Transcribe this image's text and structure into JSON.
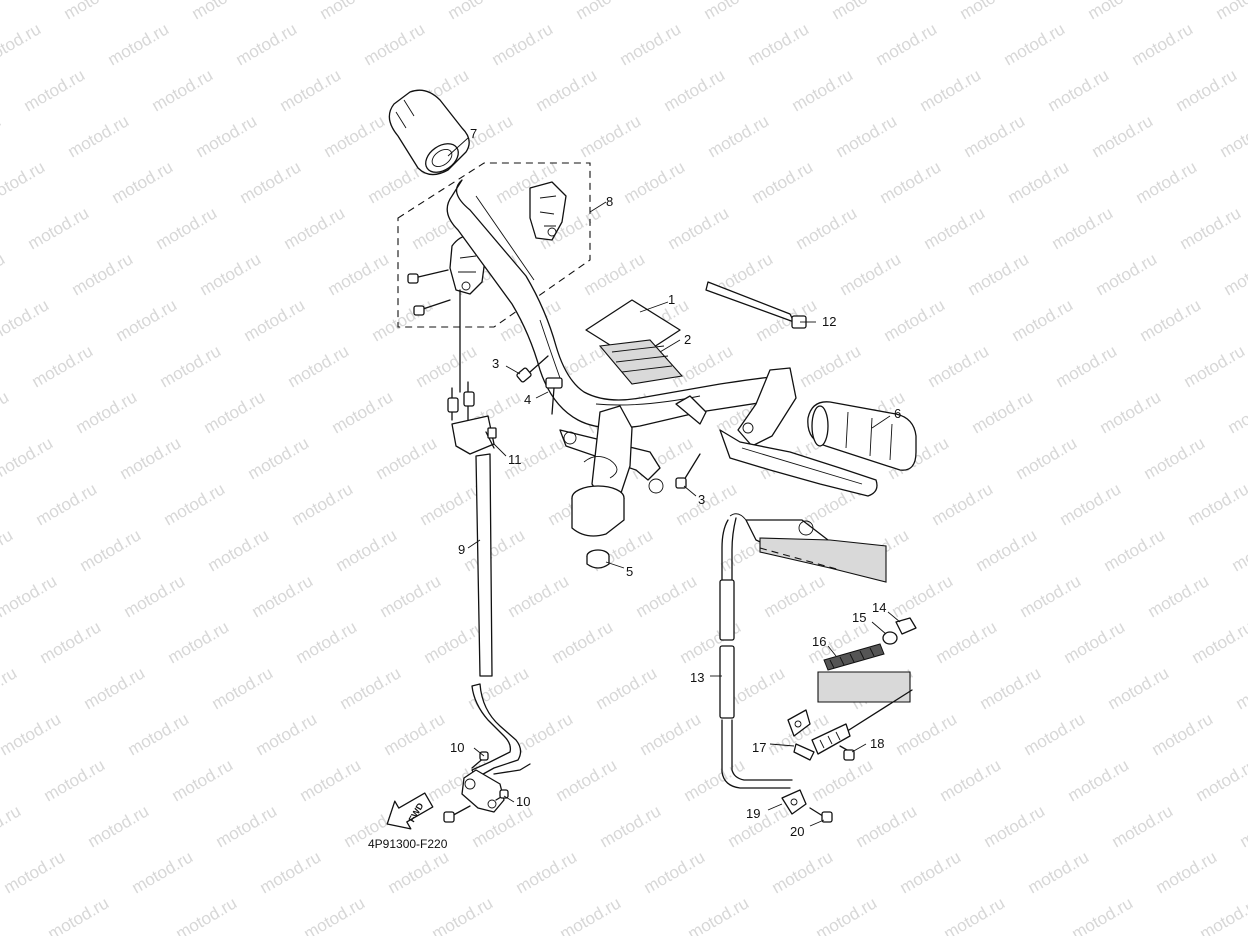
{
  "watermark": "motod.ru",
  "diagram_code": "4P91300-F220",
  "fwd_label": "FWD",
  "callouts": {
    "c1": "1",
    "c2": "2",
    "c3a": "3",
    "c3b": "3",
    "c4": "4",
    "c5": "5",
    "c6": "6",
    "c7": "7",
    "c8": "8",
    "c9": "9",
    "c10a": "10",
    "c10b": "10",
    "c11": "11",
    "c12": "12",
    "c13": "13",
    "c14": "14",
    "c15": "15",
    "c16": "16",
    "c17": "17",
    "c18": "18",
    "c19": "19",
    "c20": "20"
  }
}
